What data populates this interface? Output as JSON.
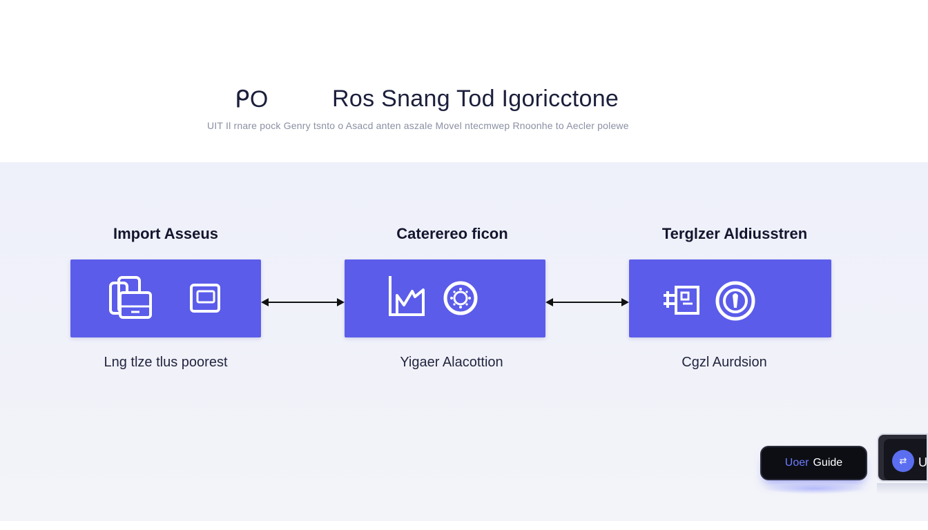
{
  "header": {
    "title_left": "ᑭO",
    "title": "Ros Snang Tod Igoricctone",
    "subtitle": "UIT Il rnare pock Genry tsnto o Asacd anten aszale Movel ntecmwep Rnoonhe to Aecler polewe"
  },
  "steps": [
    {
      "title": "Import Asseus",
      "caption": "Lng tlze tlus poorest",
      "icons": [
        "folder-icon",
        "frame-icon"
      ]
    },
    {
      "title": "Caterereo ficon",
      "caption": "Yigaer Alacottion",
      "icons": [
        "chart-icon",
        "settings-circle-icon"
      ]
    },
    {
      "title": "Terglzer Aldiusstren",
      "caption": "Cgzl Aurdsion",
      "icons": [
        "network-icon",
        "audio-circle-icon"
      ]
    }
  ],
  "guide_button": {
    "part1": "Uoer",
    "part2": "Guide"
  },
  "side_widget": {
    "label": "U"
  },
  "colors": {
    "card": "#5b5cea",
    "accent": "#6b7cff",
    "text": "#14162e"
  }
}
